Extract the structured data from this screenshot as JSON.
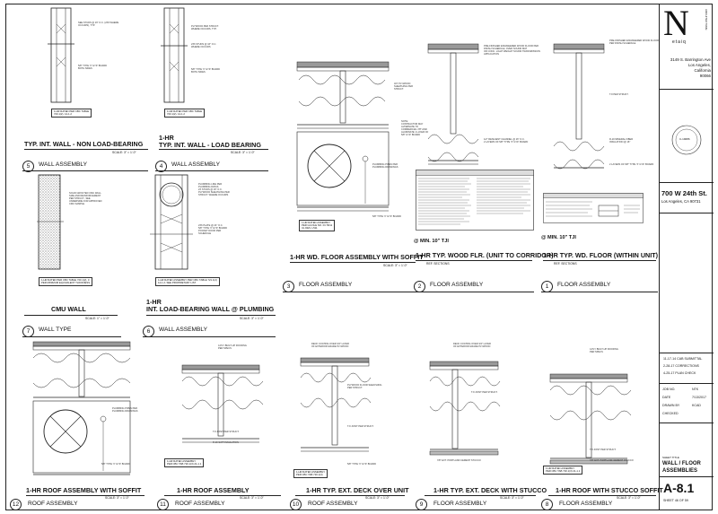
{
  "details": {
    "top": [
      {
        "num": "5",
        "title": "TYP. INT. WALL - NON LOAD-BEARING",
        "label": "WALL ASSEMBLY",
        "scale": "SCALE: 3\" = 1'-0\"",
        "rating": "1-HR RATED PER CBC TABLE\n720.1(2), 14-1.2"
      },
      {
        "num": "4",
        "title_a": "1-HR",
        "title_b": "TYP. INT. WALL - LOAD BEARING",
        "label": "WALL ASSEMBLY",
        "scale": "SCALE: 3\" = 1'-0\"",
        "rating": "1-HR RATED PER CBC TABLE\n720.1(2), 14-1.2"
      },
      {
        "num": "3",
        "title": "1-HR WD. FLOOR ASSEMBLY WITH SOFFIT",
        "label": "FLOOR ASSEMBLY",
        "scale": "SCALE: 3\" = 1'-0\"",
        "rating": "1-HR RATED ASSEMBLY\nPER GA FILE NO. FC 5011\nUL DES. L511"
      },
      {
        "num": "2",
        "title": "1-HR TYP. WOOD FLR. (UNIT TO CORRIDOR)",
        "label": "FLOOR ASSEMBLY",
        "min": "@ MIN. 10\" TJI",
        "ref": "REF.     SECTIONS"
      },
      {
        "num": "1",
        "title": "1-HR TYP. WD. FLOOR (WITHIN UNIT)",
        "label": "FLOOR ASSEMBLY",
        "min": "@ MIN. 10\" TJI",
        "ref": "REF.     SECTIONS"
      }
    ],
    "middle": [
      {
        "num": "7",
        "title": "CMU WALL",
        "label": "WALL TYPE",
        "scale": "SCALE: 1\" = 1'-0\"",
        "note": "SOLID GROUTED CMU WALL\nSIZE AND REINFORCEMENT\nPER STRUCT.; SEE\nUNDERSIDE FOR APPROVED\nCMU SAMPLE"
      },
      {
        "num": "6",
        "title_a": "1-HR",
        "title_b": "INT. LOAD-BEARING WALL @ PLUMBING",
        "label": "WALL ASSEMBLY",
        "scale": "SCALE: 3\" = 1'-0\""
      }
    ],
    "bottom": [
      {
        "num": "12",
        "title": "1-HR ROOF ASSEMBLY WITH SOFFIT",
        "label": "ROOF ASSEMBLY",
        "scale": "SCALE: 3\" = 1'-0\""
      },
      {
        "num": "11",
        "title": "1-HR ROOF ASSEMBLY",
        "label": "ROOF ASSEMBLY",
        "scale": "SCALE: 3\" = 1'-0\""
      },
      {
        "num": "10",
        "title": "1-HR TYP. EXT. DECK OVER UNIT",
        "label": "ROOF ASSEMBLY",
        "scale": "SCALE: 3\" = 1'-0\""
      },
      {
        "num": "9",
        "title": "1-HR TYP. EXT. DECK WITH STUCCO",
        "label": "FLOOR ASSEMBLY",
        "scale": "SCALE: 3\" = 1'-0\""
      },
      {
        "num": "8",
        "title": "1-HR ROOF WITH STUCCO SOFFIT",
        "label": "FLOOR ASSEMBLY",
        "scale": "SCALE: 3\" = 1'-0\""
      }
    ],
    "notes": {
      "fireplace": "PLUMBING PIPES PER\nPLUMBING DRAWINGS",
      "tji": "TJI JOIST PER STRUCT.",
      "plywood": "PLYWOOD FLOOR SHEATHING\nPER STRUCT.",
      "gyp": "5/8\" TYPE 'X' GYP. BOARD",
      "insul": "R-19 SATT INSULATION",
      "roof": "4-PLY BUILT-UP ROOFING\nPER SPECS",
      "deck": "DECK COATING OVER 3/4\" LAYER\nOF EXTERIOR GRADE PLYWOOD",
      "resil": "1/2\" RESILIENT CHANNEL @ 16\" O.C.",
      "stucco": "7/8\" EXT. PORTLAND CEMENT STUCCO"
    }
  },
  "title_block": {
    "logo_letter": "N",
    "logo_word": "etaiq",
    "firm_side": "ARCHITECTURE",
    "address": [
      "3149 S. Barrington Ave",
      "Los Angeles,",
      "California",
      "90066"
    ],
    "stamp": "C-19086",
    "project_title": "700 W 24th St.",
    "project_city": "Los Angeles, CA 90731",
    "revisions": [
      {
        "date": "11-17-14",
        "desc": "CAB SUBMITTAL"
      },
      {
        "date": "2-28-17",
        "desc": "CORRECTIONS"
      },
      {
        "date": "4-25-17",
        "desc": "PLAN CHECK"
      }
    ],
    "info": [
      {
        "k": "JOB NO.",
        "v": "NTK"
      },
      {
        "k": "DATE",
        "v": "7/13/2017"
      },
      {
        "k": "DRAWN BY",
        "v": "KCAD"
      },
      {
        "k": "CHECKED",
        "v": ""
      }
    ],
    "sheet_title_label": "SHEET TITLE",
    "sheet_title": [
      "WALL / FLOOR",
      "ASSEMBLIES"
    ],
    "sheet_number": "A-8.1",
    "sheet_of": "SHEET 46 OF 59"
  }
}
